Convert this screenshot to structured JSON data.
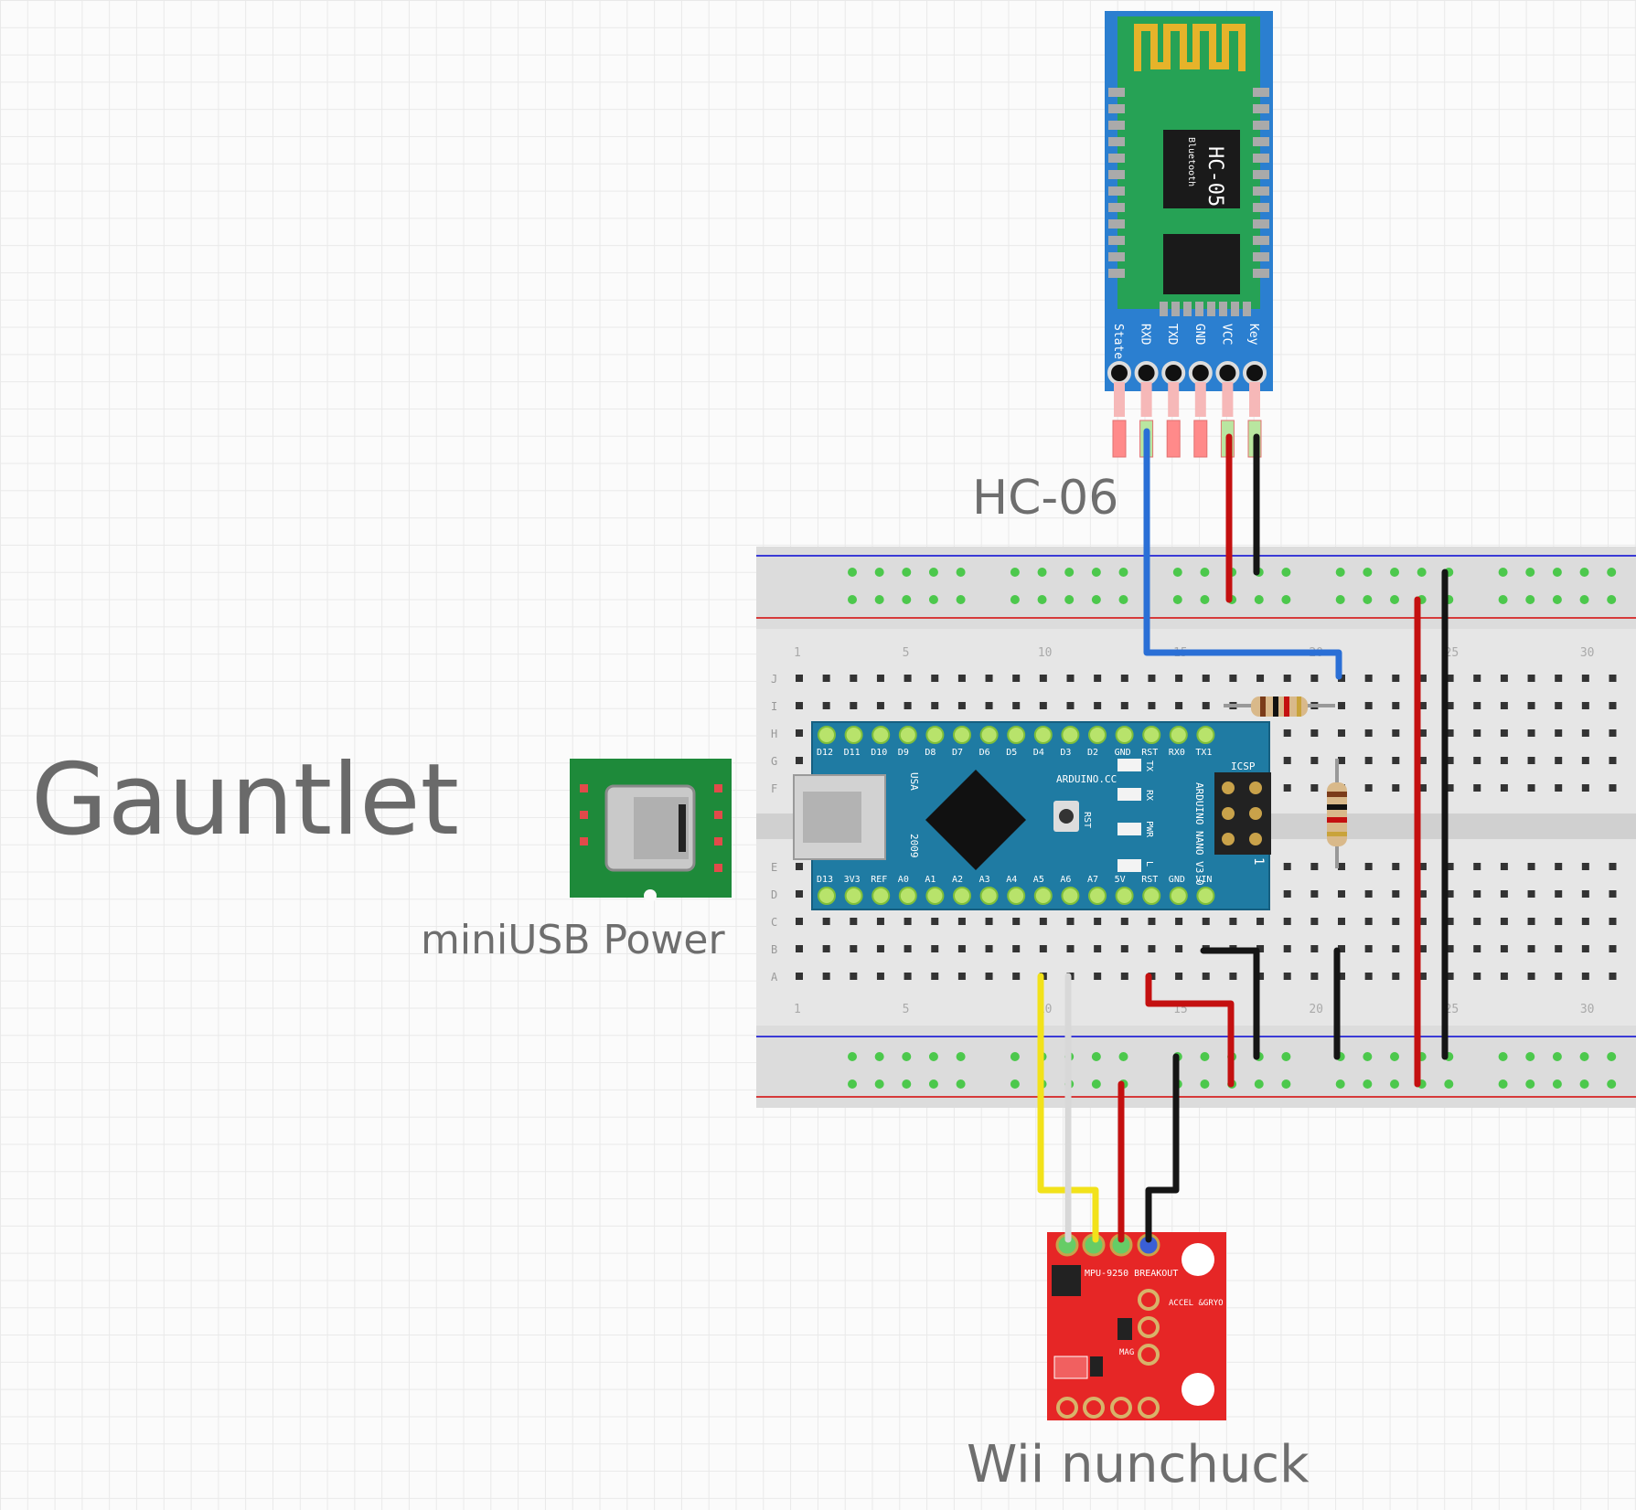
{
  "project": {
    "title": "Gauntlet"
  },
  "components": {
    "power_module": {
      "label": "miniUSB Power"
    },
    "bluetooth_module": {
      "label": "HC-06",
      "chip_text": "HC-05",
      "chip_subtext": "Bluetooth",
      "pins": [
        "State",
        "RXD",
        "TXD",
        "GND",
        "VCC",
        "Key"
      ]
    },
    "arduino": {
      "top_pins": [
        "D12",
        "D11",
        "D10",
        "D9",
        "D8",
        "D7",
        "D6",
        "D5",
        "D4",
        "D3",
        "D2",
        "GND",
        "RST",
        "RX0",
        "TX1"
      ],
      "bottom_pins": [
        "D13",
        "3V3",
        "REF",
        "A0",
        "A1",
        "A2",
        "A3",
        "A4",
        "A5",
        "A6",
        "A7",
        "5V",
        "RST",
        "GND",
        "VIN"
      ],
      "brand": "ARDUINO.CC",
      "model": "ARDUINO NANO V3.0",
      "icsp": "ICSP",
      "usa": "USA",
      "year": "2009",
      "rst": "RST",
      "leds": [
        "TX",
        "RX",
        "PWR",
        "L"
      ],
      "icsp_pin": "1"
    },
    "sensor": {
      "label": "Wii nunchuck",
      "board_text": "MPU-9250 BREAKOUT",
      "accel_text": "ACCEL &GRYO",
      "mag_text": "MAG"
    }
  },
  "breadboard": {
    "row_letters_top": [
      "J",
      "I",
      "H",
      "G",
      "F"
    ],
    "row_letters_bottom": [
      "E",
      "D",
      "C",
      "B",
      "A"
    ],
    "column_numbers": [
      "1",
      "5",
      "10",
      "15",
      "20",
      "25",
      "30"
    ]
  },
  "wire_colors": {
    "blue": "#2a6fd6",
    "red": "#c41010",
    "black": "#151515",
    "yellow": "#f2e21a",
    "white": "#d8d8d8"
  }
}
